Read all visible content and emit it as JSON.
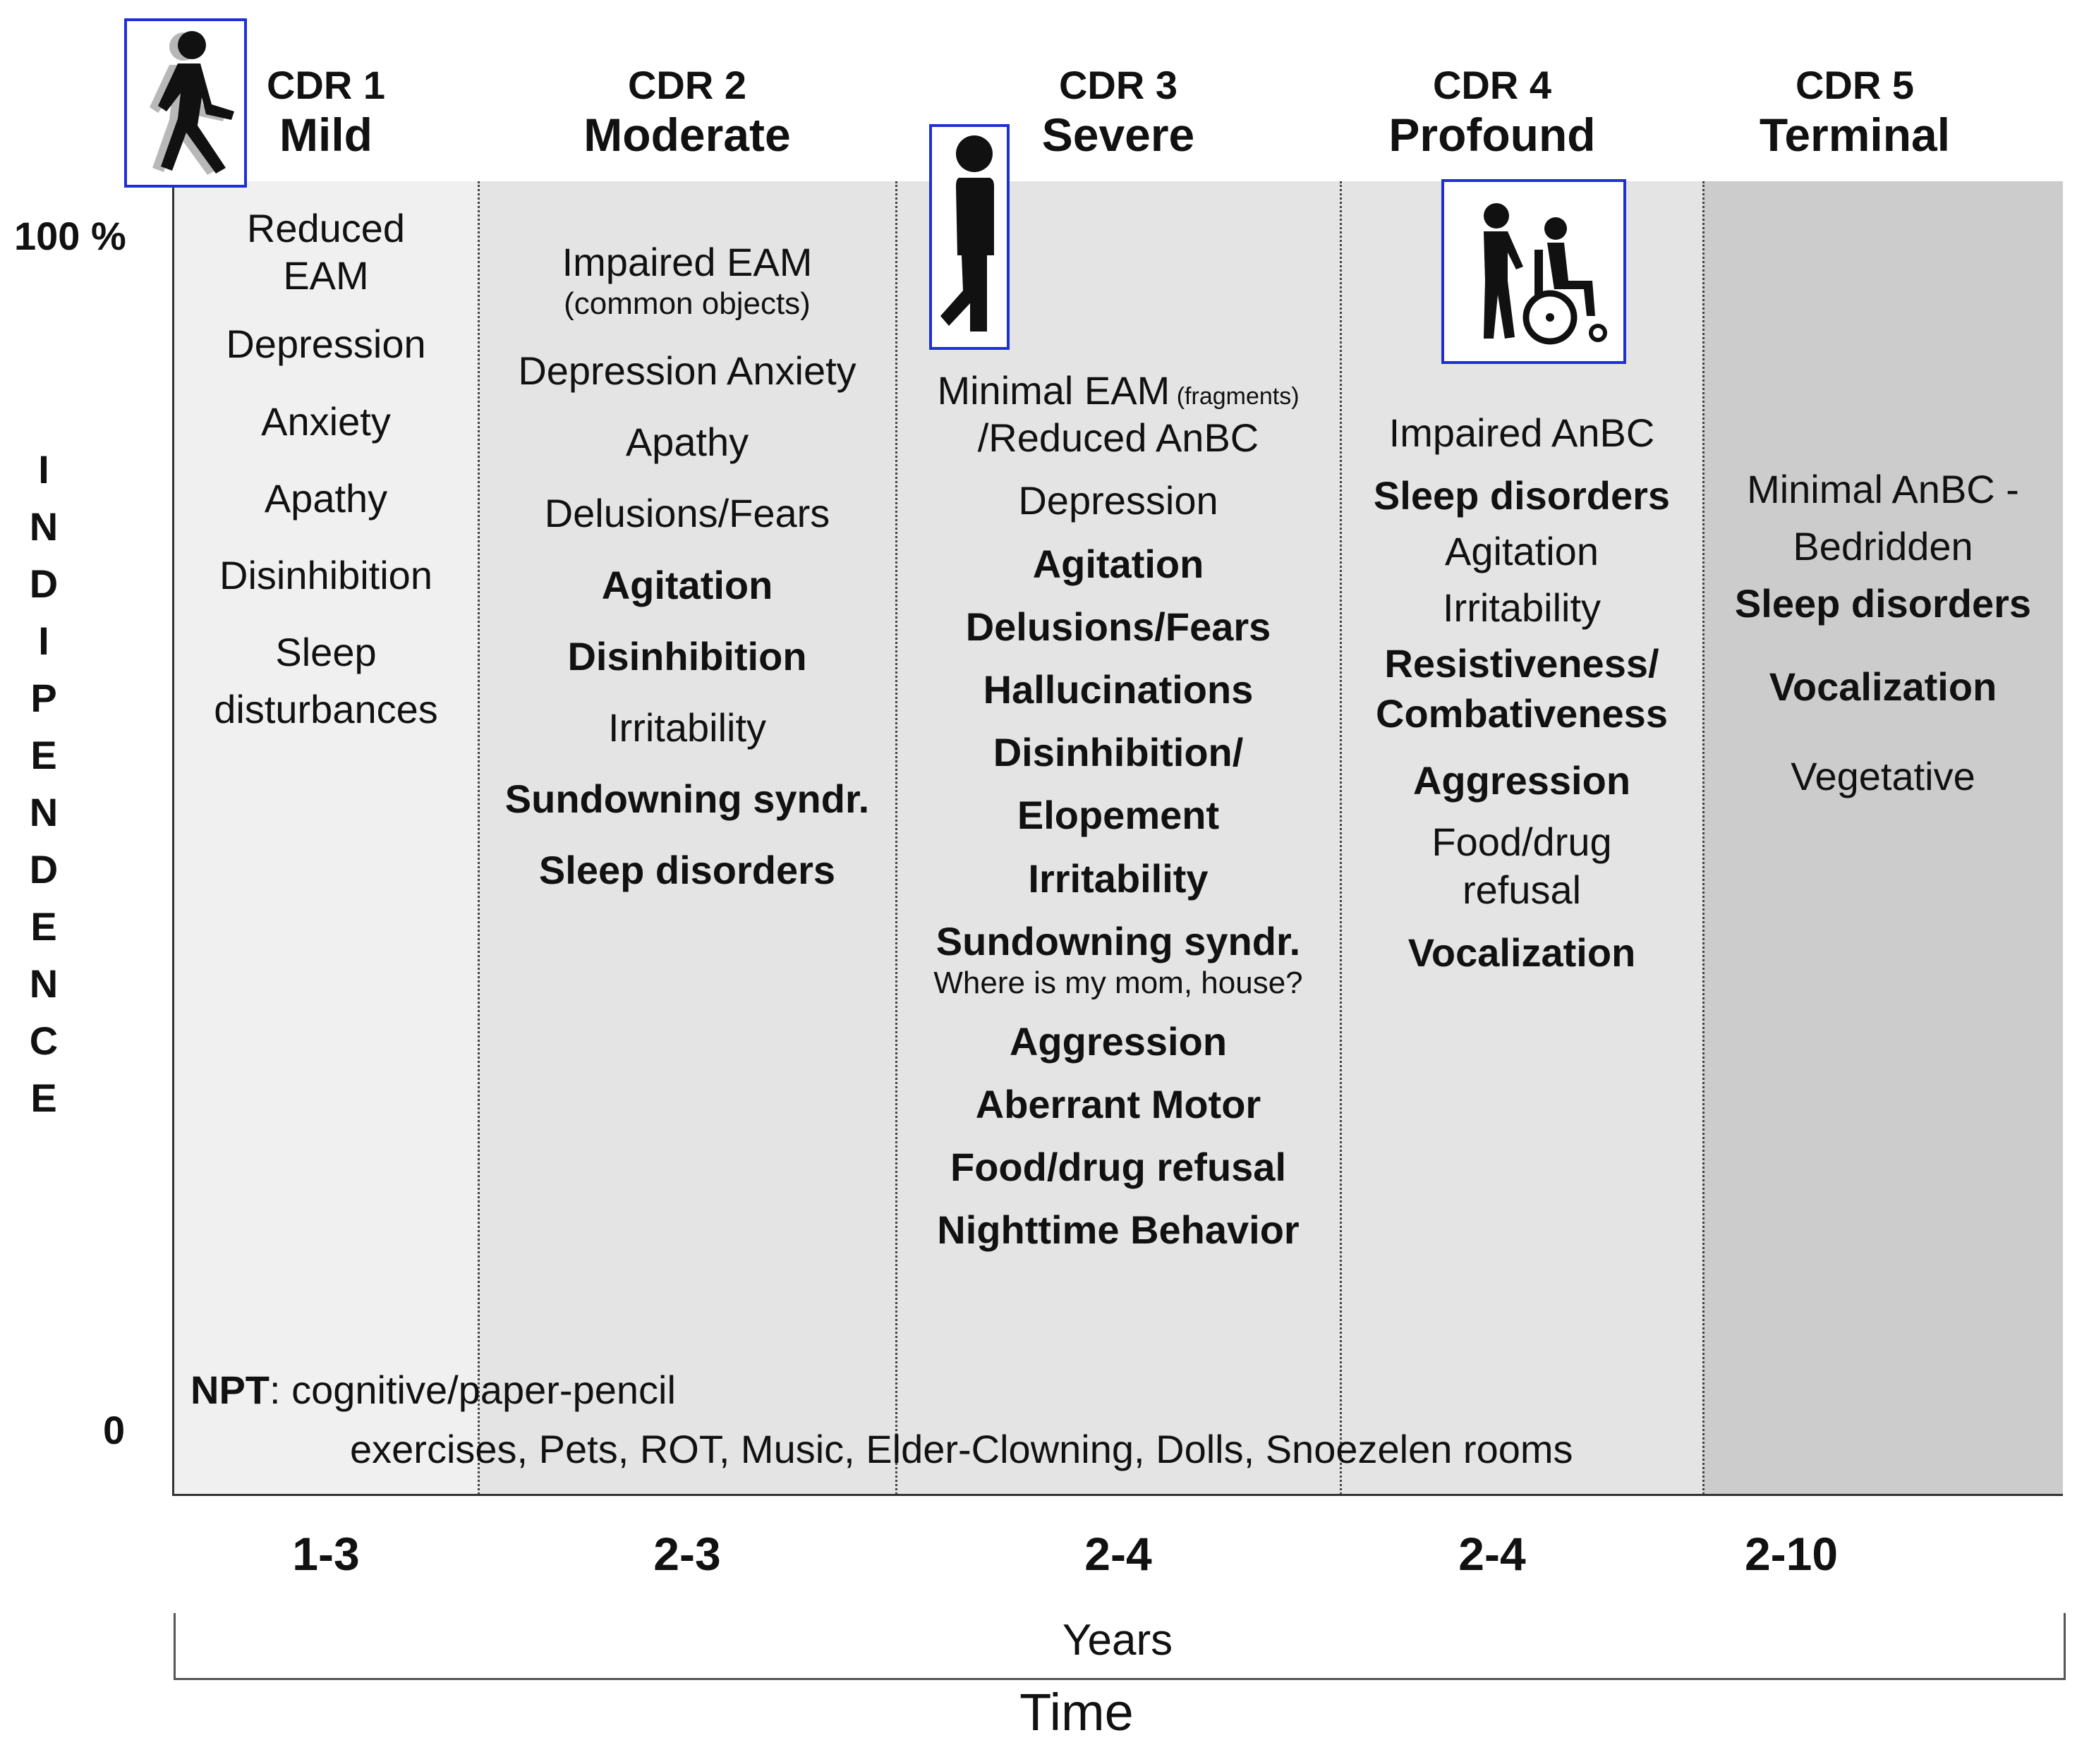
{
  "columns": [
    {
      "cdr": "CDR 1",
      "stage": "Mild",
      "years": "1-3",
      "items": [
        {
          "t": "Reduced"
        },
        {
          "t": "EAM"
        },
        {
          "t": "Depression"
        },
        {
          "t": "Anxiety"
        },
        {
          "t": "Apathy"
        },
        {
          "t": "Disinhibition"
        },
        {
          "t": "Sleep"
        },
        {
          "t": "disturbances"
        }
      ]
    },
    {
      "cdr": "CDR 2",
      "stage": "Moderate",
      "years": "2-3",
      "items": [
        {
          "t": "Impaired EAM"
        },
        {
          "t": "(common objects)",
          "small": true
        },
        {
          "t": "Depression Anxiety"
        },
        {
          "t": "Apathy"
        },
        {
          "t": "Delusions/Fears"
        },
        {
          "t": "Agitation",
          "b": true
        },
        {
          "t": "Disinhibition",
          "b": true
        },
        {
          "t": "Irritability"
        },
        {
          "t": "Sundowning syndr.",
          "b": true
        },
        {
          "t": "Sleep disorders",
          "b": true
        }
      ]
    },
    {
      "cdr": "CDR 3",
      "stage": "Severe",
      "years": "2-4",
      "items": [
        {
          "t": "Minimal EAM",
          "suffix": "(fragments)"
        },
        {
          "t": "/Reduced AnBC"
        },
        {
          "t": "Depression"
        },
        {
          "t": "Agitation",
          "b": true
        },
        {
          "t": "Delusions/Fears",
          "b": true
        },
        {
          "t": "Hallucinations",
          "b": true
        },
        {
          "t": "Disinhibition/",
          "b": true
        },
        {
          "t": "Elopement",
          "b": true
        },
        {
          "t": "Irritability",
          "b": true
        },
        {
          "t": "Sundowning syndr.",
          "b": true
        },
        {
          "t": "Where is my mom, house?",
          "small": true
        },
        {
          "t": "Aggression",
          "b": true
        },
        {
          "t": "Aberrant Motor",
          "b": true
        },
        {
          "t": "Food/drug refusal",
          "b": true
        },
        {
          "t": "Nighttime Behavior",
          "b": true
        }
      ]
    },
    {
      "cdr": "CDR 4",
      "stage": "Profound",
      "years": "2-4",
      "items": [
        {
          "t": "Impaired AnBC"
        },
        {
          "t": "Sleep disorders",
          "b": true
        },
        {
          "t": "Agitation"
        },
        {
          "t": "Irritability"
        },
        {
          "t": "Resistiveness/",
          "b": true
        },
        {
          "t": "Combativeness",
          "b": true
        },
        {
          "t": "Aggression",
          "b": true
        },
        {
          "t": "Food/drug"
        },
        {
          "t": "refusal"
        },
        {
          "t": "Vocalization",
          "b": true
        }
      ]
    },
    {
      "cdr": "CDR 5",
      "stage": "Terminal",
      "years": "2-10",
      "items": [
        {
          "t": "Minimal AnBC -"
        },
        {
          "t": "Bedridden"
        },
        {
          "t": "Sleep disorders",
          "b": true
        },
        {
          "t": "Vocalization",
          "b": true
        },
        {
          "t": "Vegetative"
        }
      ]
    }
  ],
  "y_axis": {
    "top": "100 %",
    "bottom": "0",
    "label": "INDIPENDENCE"
  },
  "npt": {
    "label": "NPT",
    "line1": ": cognitive/paper-pencil",
    "line2": "exercises, Pets, ROT, Music, Elder-Clowning, Dolls, Snoezelen rooms"
  },
  "x_axis": {
    "years_label": "Years",
    "time_label": "Time"
  },
  "icons": [
    "walking-person-icon",
    "standing-person-icon",
    "wheelchair-caregiver-icon"
  ],
  "colors": {
    "col1": "#f0f0f0",
    "col2to4": "#e4e4e4",
    "col5": "#cccccc",
    "icon_border": "#1f2fd6"
  }
}
